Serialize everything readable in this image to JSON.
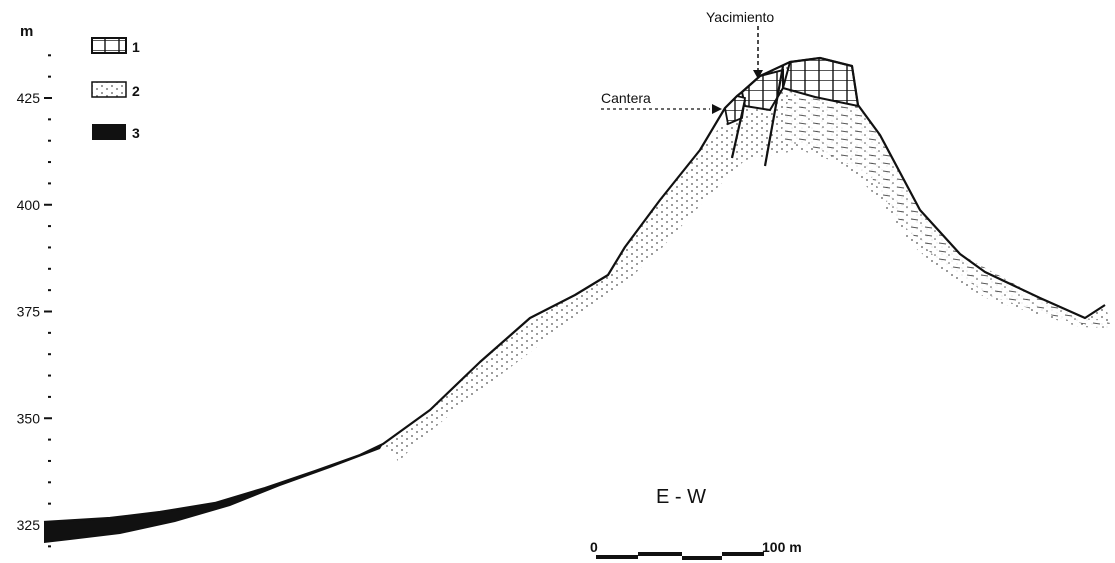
{
  "axis": {
    "unit": "m",
    "major_ticks": [
      {
        "value": 425,
        "label": "425"
      },
      {
        "value": 400,
        "label": "400"
      },
      {
        "value": 375,
        "label": "375"
      },
      {
        "value": 350,
        "label": "350"
      },
      {
        "value": 325,
        "label": "325"
      }
    ]
  },
  "legend": {
    "items": [
      {
        "key": "1",
        "pattern": "limestone-blocks"
      },
      {
        "key": "2",
        "pattern": "dotted-sediment"
      },
      {
        "key": "3",
        "pattern": "solid-black"
      }
    ]
  },
  "annotations": {
    "yacimiento": "Yacimiento",
    "cantera": "Cantera"
  },
  "orientation": "E - W",
  "scale_bar": {
    "start": "0",
    "end": "100 m"
  },
  "colors": {
    "ink": "#111111",
    "paper": "#ffffff",
    "dots": "#555555"
  }
}
